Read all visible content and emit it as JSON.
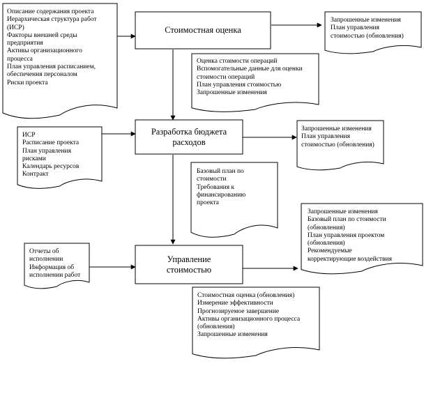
{
  "processes": [
    {
      "id": "cost-estimating",
      "lines": [
        "Стоимостная оценка"
      ]
    },
    {
      "id": "cost-budgeting",
      "lines": [
        "Разработка бюджета",
        "расходов"
      ]
    },
    {
      "id": "cost-control",
      "lines": [
        "Управление",
        "стоимостью"
      ]
    }
  ],
  "documents": [
    {
      "id": "inputs-estimating",
      "lines": [
        "Описание содержания проекта",
        "Иерархическая структура работ",
        "(ИСР)",
        "Факторы внешней среды",
        "предприятия",
        "Активы организационного",
        "процесса",
        "План управления расписанием,",
        "обеспечения персоналом",
        "Риски проекта"
      ]
    },
    {
      "id": "outputs-estimating",
      "lines": [
        "Запрошенные изменения",
        "План управления",
        "стоимостью (обновления)"
      ]
    },
    {
      "id": "flow-estimating-budgeting",
      "lines": [
        "Оценка стоимости операций",
        "Вспомогательные данные для оценки",
        "стоимости операций",
        "План управления стоимостью",
        "Запрошенные изменения"
      ]
    },
    {
      "id": "inputs-budgeting",
      "lines": [
        "ИСР",
        "Расписание проекта",
        "План управления",
        "рисками",
        "Календарь ресурсов",
        "Контракт"
      ]
    },
    {
      "id": "outputs-budgeting",
      "lines": [
        "Запрошенные изменения",
        "План управления",
        "стоимостью (обновления)"
      ]
    },
    {
      "id": "flow-budgeting-control",
      "lines": [
        "Базовый план по",
        "стоимости",
        "Требования к",
        "финансированию",
        "проекта"
      ]
    },
    {
      "id": "outputs-control",
      "lines": [
        "Запрошенные изменения",
        "Базовый план по стоимости",
        "(обновления)",
        "План управления проектом",
        "(обновления)",
        "Рекомендуемые",
        "корректирующие воздействия"
      ]
    },
    {
      "id": "inputs-control",
      "lines": [
        "Отчеты об",
        "исполнении",
        "Информация об",
        "исполнении работ"
      ]
    },
    {
      "id": "outputs-control-2",
      "lines": [
        "Стоимостная оценка (обновления)",
        "Измерение эффективности",
        "Прогнозируемое завершение",
        "Активы организационного процесса",
        "(обновления)",
        "Запрошенные изменения"
      ]
    }
  ]
}
